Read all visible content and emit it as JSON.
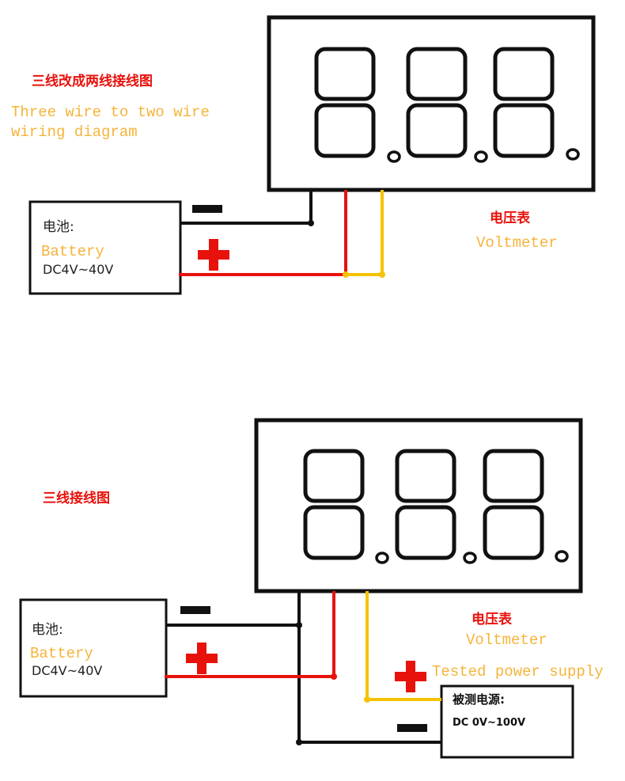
{
  "colors": {
    "black": "#111111",
    "red": "#e8120c",
    "yellow": "#f6c200",
    "orange_text": "#f5b43a"
  },
  "top": {
    "title_cn": "三线改成两线接线图",
    "title_en_line1": "Three wire to two wire",
    "title_en_line2": "wiring diagram",
    "battery_cn": "电池:",
    "battery_en": "Battery",
    "battery_range": "DC4V~40V",
    "meter_cn": "电压表",
    "meter_en": "Voltmeter",
    "display_digits": "8.8.8."
  },
  "bottom": {
    "title_cn": "三线接线图",
    "battery_cn": "电池:",
    "battery_en": "Battery",
    "battery_range": "DC4V~40V",
    "meter_cn": "电压表",
    "meter_en": "Voltmeter",
    "tested_en": "Tested power supply",
    "tested_cn": "被测电源:",
    "tested_range": "DC 0V~100V",
    "display_digits": "8.8.8."
  }
}
